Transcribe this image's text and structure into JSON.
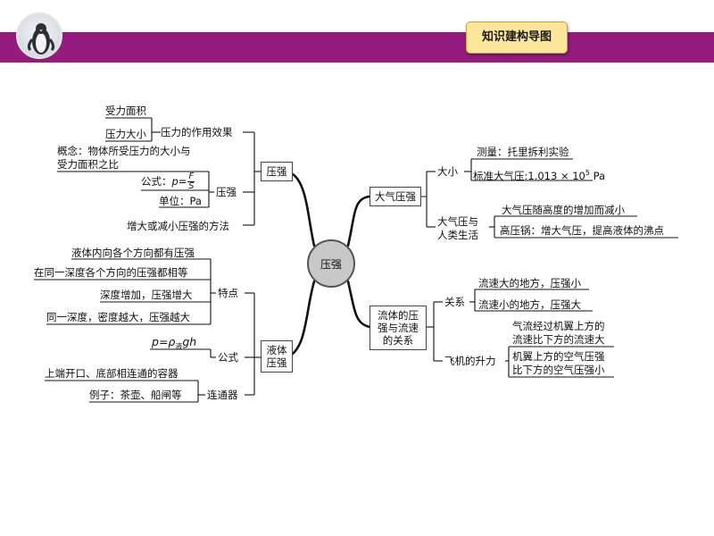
{
  "header": {
    "title_box": "知识建构导图",
    "logo_icon": "penguin-logo-icon"
  },
  "colors": {
    "banner": "#951b7f",
    "title_box": "#fde79a"
  },
  "center": "压强",
  "pressure": {
    "node": "压强",
    "effect": {
      "label": "压力的作用效果",
      "items": [
        "受力面积",
        "压力大小"
      ]
    },
    "concept": "概念：物体所受压力的大小与受力面积之比",
    "concept_line1": "概念：物体所受压力的大小与",
    "concept_line2": "受力面积之比",
    "formula_prefix": "公式：",
    "formula_lhs": "p=",
    "formula_num": "F",
    "formula_den": "S",
    "unit": "单位：Pa",
    "label": "压强",
    "methods": "增大或减小压强的方法"
  },
  "liquid": {
    "node_line1": "液体",
    "node_line2": "压强",
    "features": {
      "label": "特点",
      "items": [
        "液体内向各个方向都有压强",
        "在同一深度各个方向的压强都相等",
        "深度增加，压强增大",
        "同一深度，密度越大，压强越大"
      ]
    },
    "formula": {
      "label": "公式",
      "p": "p",
      "eq": "=ρ",
      "sub": "液",
      "gh": "gh"
    },
    "vessel": {
      "label": "连通器",
      "items": [
        "上端开口、底部相连通的容器",
        "例子：茶壶、船闸等"
      ]
    }
  },
  "atmosphere": {
    "node": "大气压强",
    "size": {
      "label": "大小",
      "measure": "测量：托里拆利实验",
      "standard_prefix": "标准大气压:1.013 × 10",
      "standard_exp": "5",
      "standard_unit": " Pa"
    },
    "life": {
      "label_line1": "大气压与",
      "label_line2": "人类生活",
      "items": [
        "大气压随高度的增加而减小",
        "高压锅：增大气压，提高液体的沸点"
      ]
    }
  },
  "fluid": {
    "node_line1": "流体的压",
    "node_line2": "强与流速",
    "node_line3": "的关系",
    "relation": {
      "label": "关系",
      "items": [
        "流速大的地方，压强小",
        "流速小的地方，压强大"
      ]
    },
    "lift": {
      "label": "飞机的升力",
      "item1_line1": "气流经过机翼上方的",
      "item1_line2": "流速比下方的流速大",
      "item2_line1": "机翼上方的空气压强",
      "item2_line2": "比下方的空气压强小"
    }
  }
}
